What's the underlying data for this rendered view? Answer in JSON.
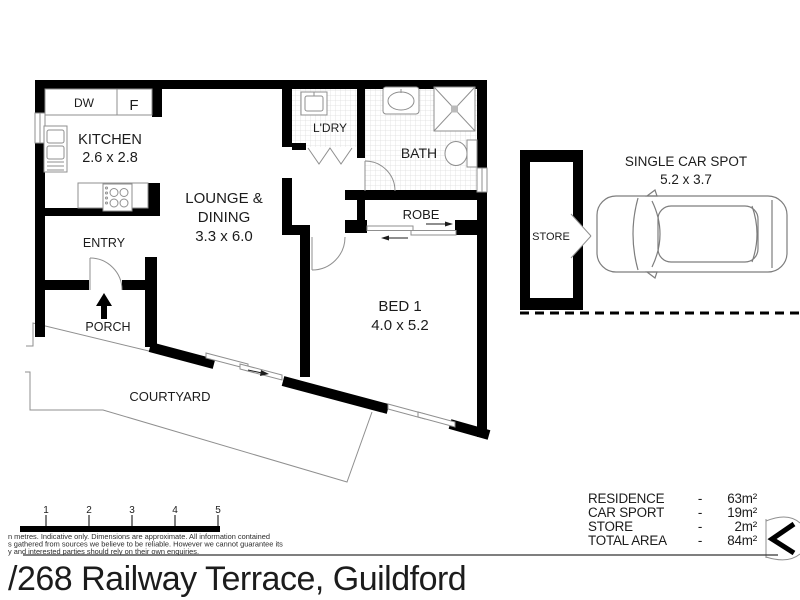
{
  "address": "/268 Railway Terrace, Guildford",
  "rooms": {
    "kitchen": {
      "name": "KITCHEN",
      "dims": "2.6 x 2.8"
    },
    "lounge_dining": {
      "line1": "LOUNGE &",
      "line2": "DINING",
      "dims": "3.3 x 6.0"
    },
    "laundry": {
      "name": "L'DRY"
    },
    "bath": {
      "name": "BATH"
    },
    "robe": {
      "name": "ROBE"
    },
    "bed1": {
      "name": "BED 1",
      "dims": "4.0 x 5.2"
    },
    "entry": {
      "name": "ENTRY"
    },
    "porch": {
      "name": "PORCH"
    },
    "courtyard": {
      "name": "COURTYARD"
    },
    "store": {
      "name": "STORE"
    },
    "car_spot": {
      "name": "SINGLE CAR SPOT",
      "dims": "5.2 x 3.7"
    }
  },
  "appliances": {
    "dishwasher": "DW",
    "fridge": "F"
  },
  "scale_bar": {
    "ticks": [
      "1",
      "2",
      "3",
      "4",
      "5"
    ]
  },
  "disclaimer": {
    "line1": "n metres. Indicative only. Dimensions are approximate. All information contained",
    "line2": "s gathered from sources we believe to be reliable. However we cannot guarantee its",
    "line3": "y and interested parties should rely on their own enquiries."
  },
  "areas": {
    "rows": [
      {
        "label": "RESIDENCE",
        "sep": "-",
        "value": "63m²"
      },
      {
        "label": "CAR SPORT",
        "sep": "-",
        "value": "19m²"
      },
      {
        "label": "STORE",
        "sep": "-",
        "value": "2m²"
      },
      {
        "label": "TOTAL AREA",
        "sep": "-",
        "value": "84m²"
      }
    ]
  },
  "colors": {
    "wall": "#000000",
    "thin_line": "#8f8f8f",
    "text": "#1c1c1c"
  }
}
